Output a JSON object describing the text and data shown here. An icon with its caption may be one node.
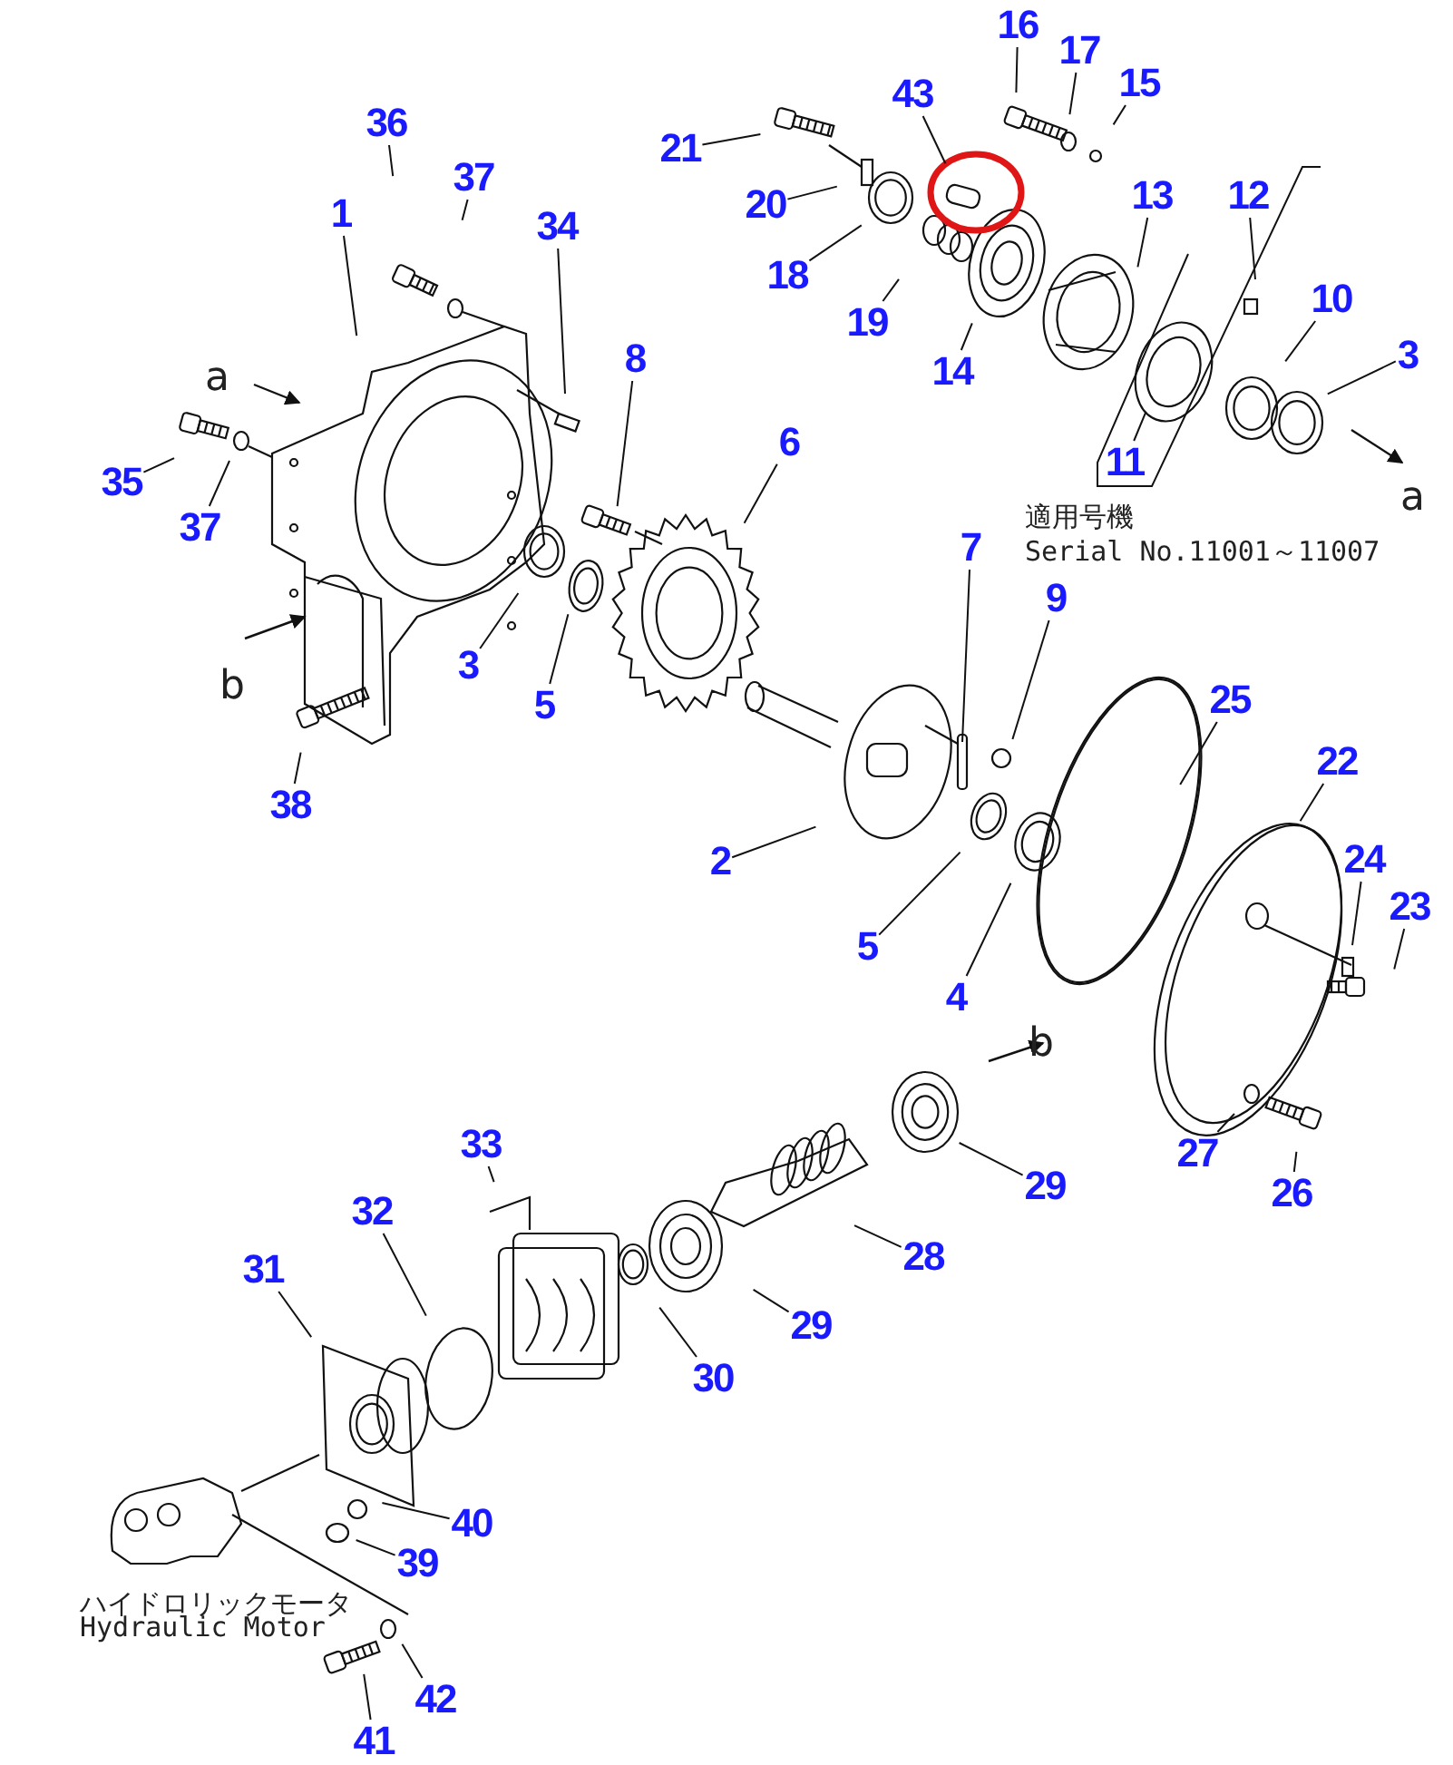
{
  "diagram": {
    "nodes": [
      {
        "text": [
          "16"
        ]
      },
      {
        "text": [
          "17"
        ]
      },
      {
        "text": [
          "43"
        ]
      },
      {
        "text": [
          "15"
        ]
      },
      {
        "text": [
          "36"
        ]
      },
      {
        "text": [
          "21"
        ]
      },
      {
        "text": [
          "37"
        ]
      },
      {
        "text": [
          "20"
        ]
      },
      {
        "text": [
          "1"
        ]
      },
      {
        "text": [
          "13"
        ]
      },
      {
        "text": [
          "12"
        ]
      },
      {
        "text": [
          "18"
        ]
      },
      {
        "text": [
          "34"
        ]
      },
      {
        "text": [
          "10"
        ]
      },
      {
        "text": [
          "19"
        ]
      },
      {
        "text": [
          "3"
        ]
      },
      {
        "text": [
          "14"
        ]
      },
      {
        "text": [
          "8"
        ]
      },
      {
        "text": [
          "6"
        ]
      },
      {
        "text": [
          "11"
        ]
      },
      {
        "text": [
          "35"
        ]
      },
      {
        "text": [
          "37"
        ]
      },
      {
        "text": [
          "7"
        ]
      },
      {
        "text": [
          "9"
        ]
      },
      {
        "text": [
          "3"
        ]
      },
      {
        "text": [
          "5"
        ]
      },
      {
        "text": [
          "25"
        ]
      },
      {
        "text": [
          "22"
        ]
      },
      {
        "text": [
          "38"
        ]
      },
      {
        "text": [
          "2"
        ]
      },
      {
        "text": [
          "24"
        ]
      },
      {
        "text": [
          "23"
        ]
      },
      {
        "text": [
          "5"
        ]
      },
      {
        "text": [
          "4"
        ]
      },
      {
        "text": [
          "33"
        ]
      },
      {
        "text": [
          "27"
        ]
      },
      {
        "text": [
          "29"
        ]
      },
      {
        "text": [
          "26"
        ]
      },
      {
        "text": [
          "32"
        ]
      },
      {
        "text": [
          "28"
        ]
      },
      {
        "text": [
          "31"
        ]
      },
      {
        "text": [
          "29"
        ]
      },
      {
        "text": [
          "30"
        ]
      },
      {
        "text": [
          "40"
        ]
      },
      {
        "text": [
          "39"
        ]
      },
      {
        "text": [
          "42"
        ]
      },
      {
        "text": [
          "41"
        ]
      }
    ],
    "edges": [
      {
        "from": 0,
        "to": null,
        "arrow": "none"
      },
      {
        "from": 1,
        "to": null,
        "arrow": "none"
      },
      {
        "from": 2,
        "to": null,
        "arrow": "none"
      },
      {
        "from": 3,
        "to": null,
        "arrow": "none"
      },
      {
        "from": 4,
        "to": null,
        "arrow": "none"
      },
      {
        "from": 5,
        "to": null,
        "arrow": "none"
      },
      {
        "from": 6,
        "to": null,
        "arrow": "none"
      },
      {
        "from": 7,
        "to": null,
        "arrow": "none"
      },
      {
        "from": 8,
        "to": null,
        "arrow": "none"
      },
      {
        "from": 9,
        "to": null,
        "arrow": "none"
      },
      {
        "from": 10,
        "to": null,
        "arrow": "none"
      },
      {
        "from": 11,
        "to": null,
        "arrow": "none"
      },
      {
        "from": 12,
        "to": null,
        "arrow": "none"
      },
      {
        "from": 13,
        "to": null,
        "arrow": "none"
      },
      {
        "from": 14,
        "to": null,
        "arrow": "none"
      },
      {
        "from": 15,
        "to": null,
        "arrow": "none"
      },
      {
        "from": 16,
        "to": null,
        "arrow": "none"
      },
      {
        "from": 17,
        "to": null,
        "arrow": "none"
      },
      {
        "from": 18,
        "to": null,
        "arrow": "none"
      },
      {
        "from": 19,
        "to": null,
        "arrow": "none"
      },
      {
        "from": 20,
        "to": null,
        "arrow": "none"
      },
      {
        "from": 21,
        "to": null,
        "arrow": "none"
      },
      {
        "from": 22,
        "to": null,
        "arrow": "none"
      },
      {
        "from": 23,
        "to": null,
        "arrow": "none"
      },
      {
        "from": 24,
        "to": null,
        "arrow": "none"
      },
      {
        "from": 25,
        "to": null,
        "arrow": "none"
      },
      {
        "from": 26,
        "to": null,
        "arrow": "none"
      },
      {
        "from": 27,
        "to": null,
        "arrow": "none"
      },
      {
        "from": 28,
        "to": null,
        "arrow": "none"
      },
      {
        "from": 29,
        "to": null,
        "arrow": "none"
      },
      {
        "from": 30,
        "to": null,
        "arrow": "none"
      },
      {
        "from": 31,
        "to": null,
        "arrow": "none"
      },
      {
        "from": 32,
        "to": null,
        "arrow": "none"
      },
      {
        "from": 33,
        "to": null,
        "arrow": "none"
      },
      {
        "from": 34,
        "to": null,
        "arrow": "none"
      },
      {
        "from": 35,
        "to": null,
        "arrow": "none"
      },
      {
        "from": 36,
        "to": null,
        "arrow": "none"
      },
      {
        "from": 37,
        "to": null,
        "arrow": "none"
      },
      {
        "from": 38,
        "to": null,
        "arrow": "none"
      },
      {
        "from": 39,
        "to": null,
        "arrow": "none"
      },
      {
        "from": 40,
        "to": null,
        "arrow": "none"
      },
      {
        "from": 41,
        "to": null,
        "arrow": "none"
      },
      {
        "from": 42,
        "to": null,
        "arrow": "none"
      },
      {
        "from": 43,
        "to": null,
        "arrow": "none"
      },
      {
        "from": 44,
        "to": null,
        "arrow": "none"
      },
      {
        "from": 45,
        "to": null,
        "arrow": "none"
      },
      {
        "from": 46,
        "to": null,
        "arrow": "none"
      }
    ],
    "labels": [
      "a",
      "b",
      "a",
      "適用号機",
      "Serial No.11001～11007",
      "b",
      "ハイドロリックモータ",
      "Hydraulic Motor"
    ]
  }
}
